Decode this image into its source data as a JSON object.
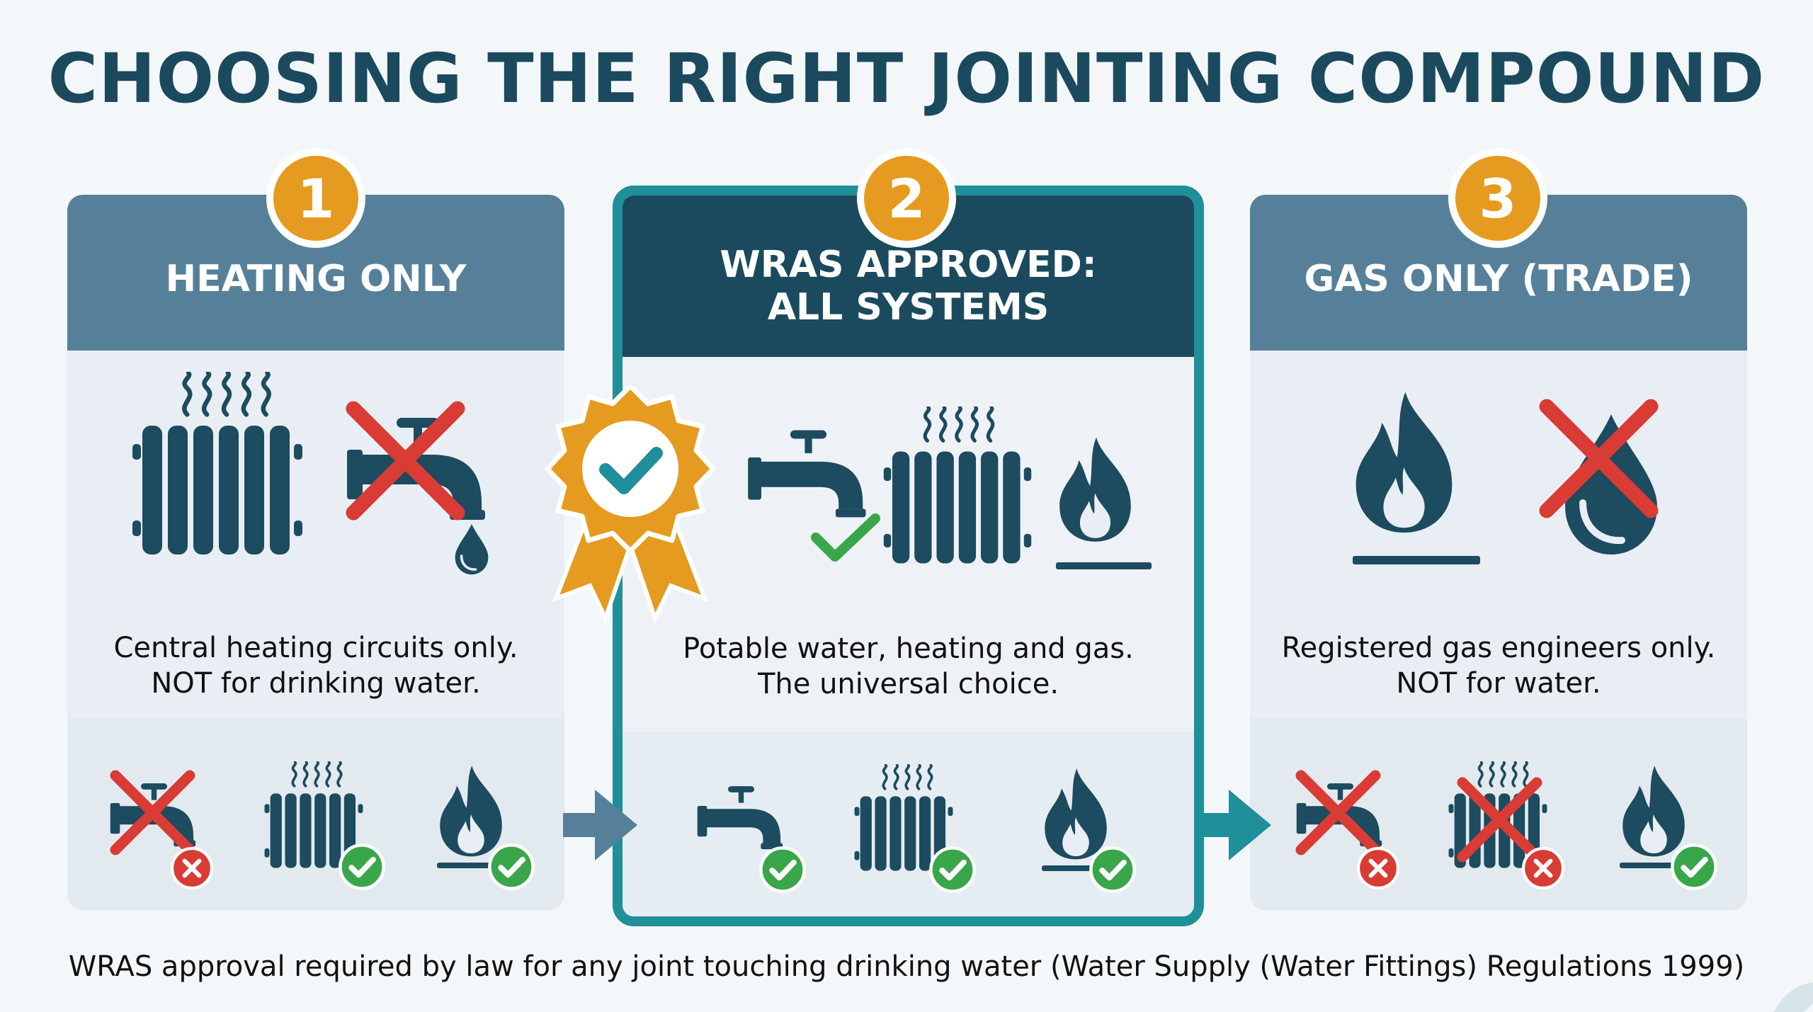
{
  "title": "CHOOSING THE RIGHT JOINTING COMPOUND",
  "colors": {
    "navy": "#1b4a5e",
    "header_blue": "#56809a",
    "teal_border": "#1f8f9a",
    "badge_orange": "#e59b1f",
    "check_green": "#3aa64a",
    "cross_red": "#d93b35",
    "icon_dark": "#1d4b5f"
  },
  "cards": [
    {
      "number": "1",
      "heading": "HEATING ONLY",
      "desc_line1": "Central heating circuits only.",
      "desc_line2": "NOT for drinking water.",
      "icons": [
        "radiator-icon",
        "tap-crossed-icon",
        "water-drop-icon"
      ],
      "strip": [
        {
          "icon": "tap-icon",
          "status": "not-allowed"
        },
        {
          "icon": "radiator-icon",
          "status": "allowed"
        },
        {
          "icon": "flame-icon",
          "status": "allowed"
        }
      ]
    },
    {
      "number": "2",
      "heading_line1": "WRAS APPROVED:",
      "heading_line2": "ALL SYSTEMS",
      "desc_line1": "Potable water, heating and gas.",
      "desc_line2": "The universal choice.",
      "icons": [
        "approved-rosette-icon",
        "tap-icon",
        "check-icon",
        "radiator-icon",
        "flame-icon"
      ],
      "strip": [
        {
          "icon": "tap-icon",
          "status": "allowed"
        },
        {
          "icon": "radiator-icon",
          "status": "allowed"
        },
        {
          "icon": "flame-icon",
          "status": "allowed"
        }
      ]
    },
    {
      "number": "3",
      "heading": "GAS ONLY (TRADE)",
      "desc_line1": "Registered gas engineers only.",
      "desc_line2": "NOT for water.",
      "icons": [
        "flame-icon",
        "water-drop-crossed-icon"
      ],
      "strip": [
        {
          "icon": "tap-icon",
          "status": "not-allowed"
        },
        {
          "icon": "radiator-icon",
          "status": "not-allowed"
        },
        {
          "icon": "flame-icon",
          "status": "allowed"
        }
      ]
    }
  ],
  "footer": "WRAS approval required by law for any joint touching drinking water (Water Supply (Water Fittings) Regulations 1999)"
}
